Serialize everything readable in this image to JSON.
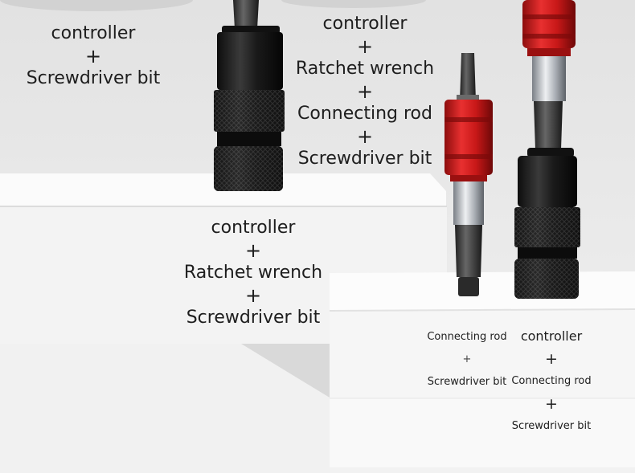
{
  "labels": {
    "set_a": [
      "controller",
      "+",
      "Screwdriver bit"
    ],
    "set_b": [
      "controller",
      "+",
      "Ratchet wrench",
      "+",
      "Connecting rod",
      "+",
      "Screwdriver bit"
    ],
    "set_c": [
      "controller",
      "+",
      "Ratchet wrench",
      "+",
      "Screwdriver bit"
    ],
    "set_d": [
      "Connecting rod",
      "+",
      "Screwdriver bit"
    ],
    "set_e": [
      "controller",
      "+",
      "Connecting rod",
      "+",
      "Screwdriver bit"
    ]
  },
  "colors": {
    "background": "#ececec",
    "display_block": "#f7f7f7",
    "holder_black": "#1c1c1c",
    "handle_red": "#d41f1f",
    "shaft_silver": "#b8bcc2"
  }
}
